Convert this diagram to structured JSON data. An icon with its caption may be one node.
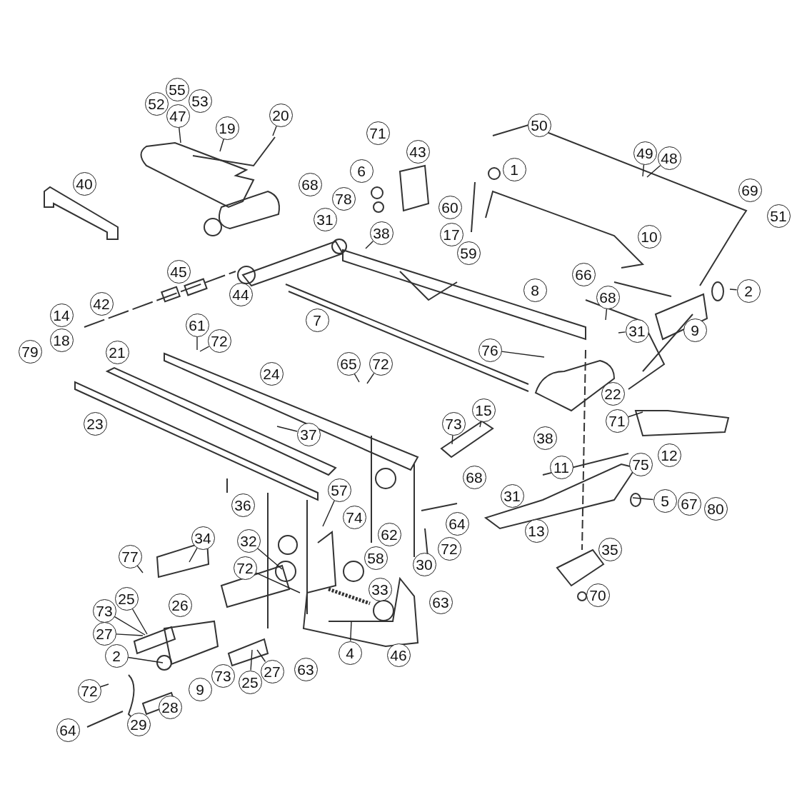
{
  "diagram": {
    "nodes": [
      {
        "text": [
          "47"
        ]
      },
      {
        "text": [
          "20"
        ]
      },
      {
        "text": [
          "19"
        ]
      },
      {
        "text": [
          "49"
        ]
      },
      {
        "text": [
          "48"
        ]
      },
      {
        "text": [
          "38"
        ]
      },
      {
        "text": [
          "2"
        ]
      },
      {
        "text": [
          "68"
        ]
      },
      {
        "text": [
          "31"
        ]
      },
      {
        "text": [
          "61"
        ]
      },
      {
        "text": [
          "72"
        ]
      },
      {
        "text": [
          "76"
        ]
      },
      {
        "text": [
          "65"
        ]
      },
      {
        "text": [
          "72"
        ]
      },
      {
        "text": [
          "37"
        ]
      },
      {
        "text": [
          "71"
        ]
      },
      {
        "text": [
          "15"
        ]
      },
      {
        "text": [
          "73"
        ]
      },
      {
        "text": [
          "57"
        ]
      },
      {
        "text": [
          "5"
        ]
      },
      {
        "text": [
          "34"
        ]
      },
      {
        "text": [
          "77"
        ]
      },
      {
        "text": [
          "32"
        ]
      },
      {
        "text": [
          "72"
        ]
      },
      {
        "text": [
          "25"
        ]
      },
      {
        "text": [
          "73"
        ]
      },
      {
        "text": [
          "27"
        ]
      },
      {
        "text": [
          "4"
        ]
      },
      {
        "text": [
          "2"
        ]
      },
      {
        "text": [
          "25"
        ]
      },
      {
        "text": [
          "27"
        ]
      },
      {
        "text": [
          "72"
        ]
      },
      {
        "text": [
          "55"
        ]
      },
      {
        "text": [
          "52"
        ]
      },
      {
        "text": [
          "53"
        ]
      },
      {
        "text": [
          "50"
        ]
      },
      {
        "text": [
          "71"
        ]
      },
      {
        "text": [
          "43"
        ]
      },
      {
        "text": [
          "1"
        ]
      },
      {
        "text": [
          "6"
        ]
      },
      {
        "text": [
          "68"
        ]
      },
      {
        "text": [
          "40"
        ]
      },
      {
        "text": [
          "78"
        ]
      },
      {
        "text": [
          "69"
        ]
      },
      {
        "text": [
          "60"
        ]
      },
      {
        "text": [
          "51"
        ]
      },
      {
        "text": [
          "31"
        ]
      },
      {
        "text": [
          "17"
        ]
      },
      {
        "text": [
          "10"
        ]
      },
      {
        "text": [
          "59"
        ]
      },
      {
        "text": [
          "45"
        ]
      },
      {
        "text": [
          "66"
        ]
      },
      {
        "text": [
          "8"
        ]
      },
      {
        "text": [
          "44"
        ]
      },
      {
        "text": [
          "42"
        ]
      },
      {
        "text": [
          "14"
        ]
      },
      {
        "text": [
          "7"
        ]
      },
      {
        "text": [
          "9"
        ]
      },
      {
        "text": [
          "18"
        ]
      },
      {
        "text": [
          "79"
        ]
      },
      {
        "text": [
          "21"
        ]
      },
      {
        "text": [
          "24"
        ]
      },
      {
        "text": [
          "22"
        ]
      },
      {
        "text": [
          "23"
        ]
      },
      {
        "text": [
          "38"
        ]
      },
      {
        "text": [
          "12"
        ]
      },
      {
        "text": [
          "11"
        ]
      },
      {
        "text": [
          "75"
        ]
      },
      {
        "text": [
          "68"
        ]
      },
      {
        "text": [
          "31"
        ]
      },
      {
        "text": [
          "67"
        ]
      },
      {
        "text": [
          "36"
        ]
      },
      {
        "text": [
          "80"
        ]
      },
      {
        "text": [
          "74"
        ]
      },
      {
        "text": [
          "64"
        ]
      },
      {
        "text": [
          "13"
        ]
      },
      {
        "text": [
          "62"
        ]
      },
      {
        "text": [
          "72"
        ]
      },
      {
        "text": [
          "35"
        ]
      },
      {
        "text": [
          "58"
        ]
      },
      {
        "text": [
          "30"
        ]
      },
      {
        "text": [
          "33"
        ]
      },
      {
        "text": [
          "70"
        ]
      },
      {
        "text": [
          "63"
        ]
      },
      {
        "text": [
          "26"
        ]
      },
      {
        "text": [
          "46"
        ]
      },
      {
        "text": [
          "63"
        ]
      },
      {
        "text": [
          "73"
        ]
      },
      {
        "text": [
          "9"
        ]
      },
      {
        "text": [
          "28"
        ]
      },
      {
        "text": [
          "29"
        ]
      },
      {
        "text": [
          "64"
        ]
      }
    ],
    "edges": [
      {
        "from": 0,
        "to": null,
        "arrow": "none"
      },
      {
        "from": 1,
        "to": null,
        "arrow": "none"
      },
      {
        "from": 2,
        "to": null,
        "arrow": "none"
      },
      {
        "from": 3,
        "to": null,
        "arrow": "none"
      },
      {
        "from": 4,
        "to": null,
        "arrow": "none"
      },
      {
        "from": 5,
        "to": null,
        "arrow": "none"
      },
      {
        "from": 6,
        "to": null,
        "arrow": "none"
      },
      {
        "from": 7,
        "to": null,
        "arrow": "none"
      },
      {
        "from": 8,
        "to": null,
        "arrow": "none"
      },
      {
        "from": 9,
        "to": null,
        "arrow": "none"
      },
      {
        "from": 10,
        "to": null,
        "arrow": "none"
      },
      {
        "from": 11,
        "to": null,
        "arrow": "none"
      },
      {
        "from": 12,
        "to": null,
        "arrow": "none"
      },
      {
        "from": 13,
        "to": null,
        "arrow": "none"
      },
      {
        "from": 14,
        "to": null,
        "arrow": "none"
      },
      {
        "from": 15,
        "to": null,
        "arrow": "none"
      },
      {
        "from": 16,
        "to": null,
        "arrow": "none"
      },
      {
        "from": 17,
        "to": null,
        "arrow": "none"
      },
      {
        "from": 18,
        "to": null,
        "arrow": "none"
      },
      {
        "from": 19,
        "to": null,
        "arrow": "none"
      },
      {
        "from": 20,
        "to": null,
        "arrow": "none"
      },
      {
        "from": 21,
        "to": null,
        "arrow": "none"
      },
      {
        "from": 22,
        "to": null,
        "arrow": "none"
      },
      {
        "from": 23,
        "to": null,
        "arrow": "none"
      },
      {
        "from": 24,
        "to": null,
        "arrow": "none"
      },
      {
        "from": 25,
        "to": null,
        "arrow": "none"
      },
      {
        "from": 26,
        "to": null,
        "arrow": "none"
      },
      {
        "from": 27,
        "to": null,
        "arrow": "none"
      },
      {
        "from": 28,
        "to": null,
        "arrow": "none"
      },
      {
        "from": 29,
        "to": null,
        "arrow": "none"
      },
      {
        "from": 30,
        "to": null,
        "arrow": "none"
      },
      {
        "from": 31,
        "to": null,
        "arrow": "none"
      }
    ]
  }
}
